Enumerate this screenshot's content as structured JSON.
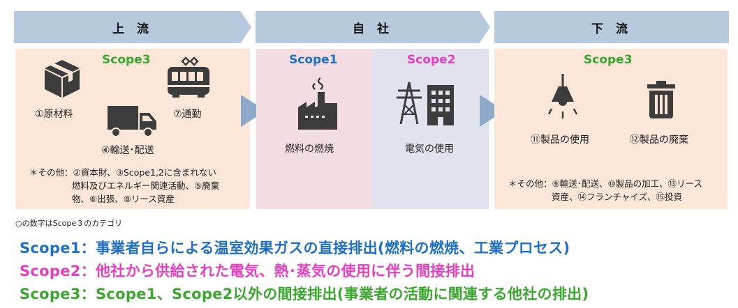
{
  "headers": {
    "upstream": "上 流",
    "company": "自 社",
    "downstream": "下 流"
  },
  "colors": {
    "scope1": "#1f6fc5",
    "scope2": "#e53fbf",
    "scope3": "#3aa82e",
    "header_bg": "#b7c9dc",
    "upstream_bg": "#fbe6d8",
    "scope1_bg": "#f3dde2",
    "scope2_bg": "#e2e2ee",
    "downstream_bg": "#fbe6d8",
    "arrow": "#8eaacb"
  },
  "upstream": {
    "scope_label": "Scope3",
    "items": {
      "raw_materials": "①原材料",
      "commute": "⑦通勤",
      "transport": "④輸送･配送"
    },
    "note_lines": [
      "＊その他：②資本財、③Scope1,2に含まれない",
      "燃料及びエネルギー関連活動、⑤廃棄",
      "物、⑥出張、⑧リース資産"
    ],
    "icons": [
      "box-icon",
      "train-icon",
      "truck-icon"
    ]
  },
  "company": {
    "scope1_label": "Scope1",
    "scope1_item": "燃料の燃焼",
    "scope2_label": "Scope2",
    "scope2_item": "電気の使用",
    "icons": [
      "factory-icon",
      "power-tower-icon",
      "building-icon"
    ]
  },
  "downstream": {
    "scope_label": "Scope3",
    "items": {
      "product_use": "⑪製品の使用",
      "product_disposal": "⑫製品の廃棄"
    },
    "note_lines": [
      "＊その他：⑨輸送･配送、⑩製品の加工、⑬リース",
      "資産、⑭フランチャイズ、⑮投資"
    ],
    "icons": [
      "lamp-icon",
      "trash-icon"
    ]
  },
  "footnote": "○の数字はScope３のカテゴリ",
  "definitions": {
    "scope1": "Scope1：事業者自らによる温室効果ガスの直接排出(燃料の燃焼、工業プロセス)",
    "scope2": "Scope2：他社から供給された電気、熱･蒸気の使用に伴う間接排出",
    "scope3": "Scope3：Scope1、Scope2以外の間接排出(事業者の活動に関連する他社の排出)"
  }
}
